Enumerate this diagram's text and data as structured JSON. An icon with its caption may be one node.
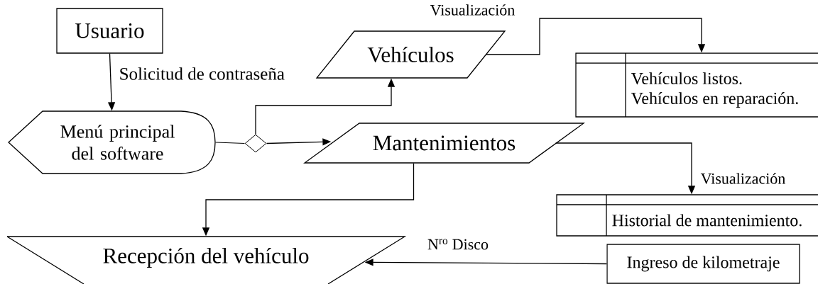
{
  "diagram": {
    "nodes": [
      {
        "text": [
          "Usuario"
        ]
      },
      {
        "text": [
          "Menú principal del software"
        ]
      },
      {
        "text": [],
        "shape": "diamond"
      },
      {
        "text": [
          "Vehículos"
        ]
      },
      {
        "text": [
          "Mantenimientos"
        ]
      },
      {
        "text": [
          "Vehículos listos.",
          "Vehículos en reparación."
        ]
      },
      {
        "text": [
          "Historial de mantenimiento."
        ]
      },
      {
        "text": [
          "Ingreso de kilometraje"
        ]
      },
      {
        "text": [
          "Recepción del vehículo"
        ]
      }
    ],
    "edges": [
      {
        "from": 0,
        "to": 1,
        "arrow": "to",
        "label": "Solicitud de contraseña"
      },
      {
        "from": 1,
        "to": 2,
        "arrow": "none"
      },
      {
        "from": 2,
        "to": 3,
        "arrow": "to"
      },
      {
        "from": 2,
        "to": 4,
        "arrow": "to"
      },
      {
        "from": 3,
        "to": 5,
        "arrow": "to",
        "label": "Visualización"
      },
      {
        "from": 4,
        "to": 6,
        "arrow": "to",
        "label": "Visualización"
      },
      {
        "from": 4,
        "to": 8,
        "arrow": "to"
      },
      {
        "from": 7,
        "to": 8,
        "arrow": "to",
        "label": "N$^{ro}$ Disco"
      }
    ]
  }
}
